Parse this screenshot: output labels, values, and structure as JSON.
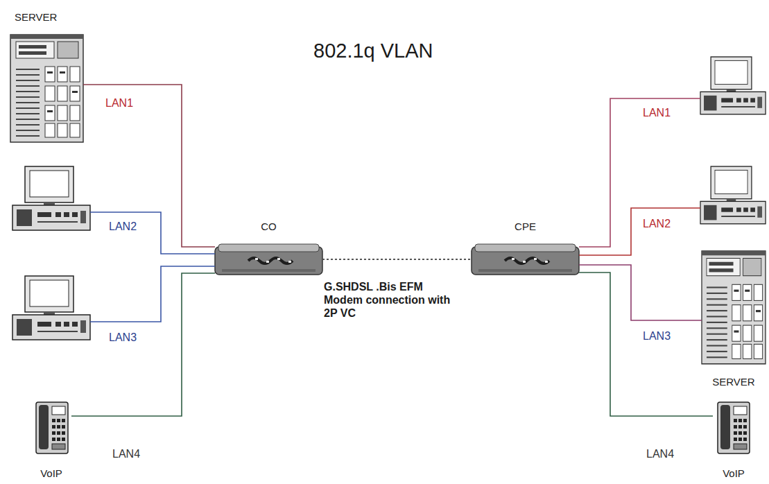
{
  "diagram": {
    "title": "802.1q VLAN",
    "nodes": [
      {
        "text": [
          "SERVER"
        ]
      },
      {
        "text": [
          "CO"
        ]
      },
      {
        "text": [
          "CPE"
        ]
      },
      {
        "text": [
          "SERVER"
        ]
      },
      {
        "text": [
          "VoIP"
        ]
      },
      {
        "text": [
          "VoIP"
        ]
      }
    ],
    "edges": [
      {
        "from": 0,
        "to": 1,
        "arrow": "none",
        "label": "LAN1"
      },
      {
        "from": 1,
        "to": 2,
        "arrow": "none",
        "label": "G.SHDSL .Bis EFM Modem connection with 2P VC"
      },
      {
        "from": 2,
        "to": 3,
        "arrow": "none",
        "label": "LAN3"
      },
      {
        "from": 4,
        "to": 1,
        "arrow": "none",
        "label": "LAN4"
      },
      {
        "from": 2,
        "to": 5,
        "arrow": "none",
        "label": "LAN4"
      }
    ],
    "labels": [
      "LAN2",
      "LAN3",
      "LAN1",
      "LAN2"
    ]
  }
}
